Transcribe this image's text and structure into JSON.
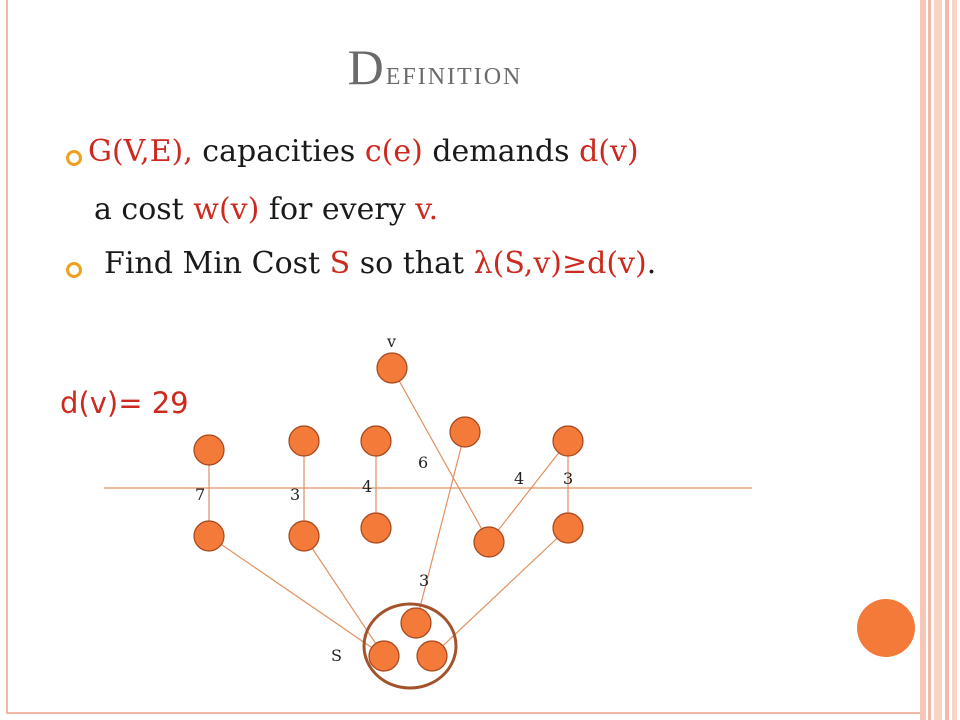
{
  "slide": {
    "title_first": "D",
    "title_rest": "efinition",
    "bullet1": {
      "part1": "G(V,E),",
      "part2": " capacities ",
      "part3": "c(e)",
      "part4": " demands ",
      "part5": "d(v)"
    },
    "line2": {
      "part1": "a cost ",
      "part2": "w(v)",
      "part3": " for every ",
      "part4": "v."
    },
    "bullet2": {
      "part1": "Find Min Cost ",
      "part2": "S",
      "part3": " so that  ",
      "part4": "λ(S,v)≥d(v)",
      "part5": "."
    },
    "demand": "d(v)= 29"
  },
  "diagram": {
    "labels": {
      "v": "v",
      "S": "S",
      "e1": "7",
      "e2": "3",
      "e3": "4",
      "e4": "6",
      "e5": "4",
      "e6": "3",
      "e7": "3"
    }
  },
  "colors": {
    "node_fill": "#f47a3a",
    "node_stroke": "#a3451c",
    "edge": "#e09060",
    "set_ring": "#a3532c",
    "accent_red": "#cc2a1f",
    "border_pink": "#f2b9a8"
  }
}
